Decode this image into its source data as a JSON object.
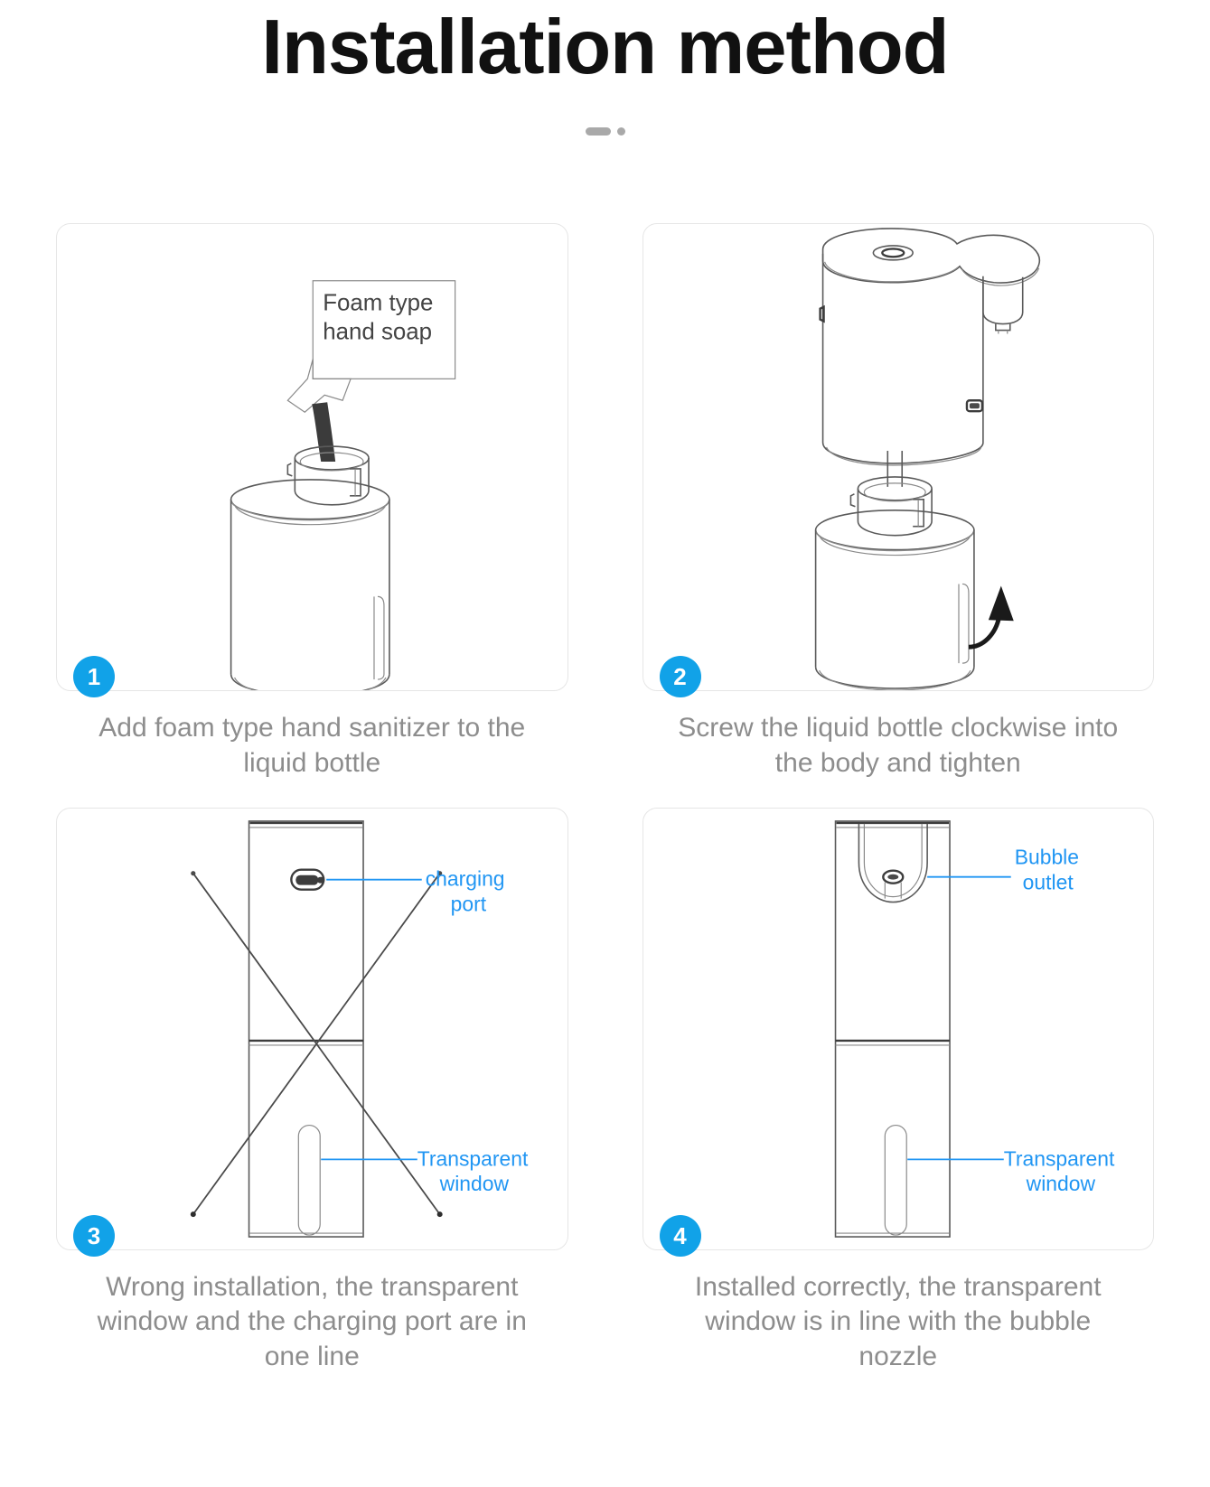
{
  "header": {
    "title": "Installation method",
    "divider_dash": "dash-shape",
    "divider_dot": "dot-shape"
  },
  "colors": {
    "accent_blue": "#11a2e8",
    "label_blue": "#2196f3",
    "caption_gray": "#8d8d8d",
    "title_black": "#111111",
    "card_border": "#e6e6e6",
    "line_gray": "#5a5a5a"
  },
  "steps": [
    {
      "number": "1",
      "caption": "Add foam type hand sanitizer to the liquid bottle",
      "callout": {
        "line1": "Foam type",
        "line2": "hand soap"
      },
      "labels": []
    },
    {
      "number": "2",
      "caption": "Screw the liquid bottle clockwise into the body and tighten",
      "callout": null,
      "labels": []
    },
    {
      "number": "3",
      "caption": "Wrong installation, the transparent window and the charging port are in one line",
      "callout": null,
      "labels": [
        {
          "line1": "charging",
          "line2": "port"
        },
        {
          "line1": "Transparent",
          "line2": "window"
        }
      ]
    },
    {
      "number": "4",
      "caption": "Installed correctly, the transparent window is in line with the bubble nozzle",
      "callout": null,
      "labels": [
        {
          "line1": "Bubble",
          "line2": "outlet"
        },
        {
          "line1": "Transparent",
          "line2": "window"
        }
      ]
    }
  ]
}
